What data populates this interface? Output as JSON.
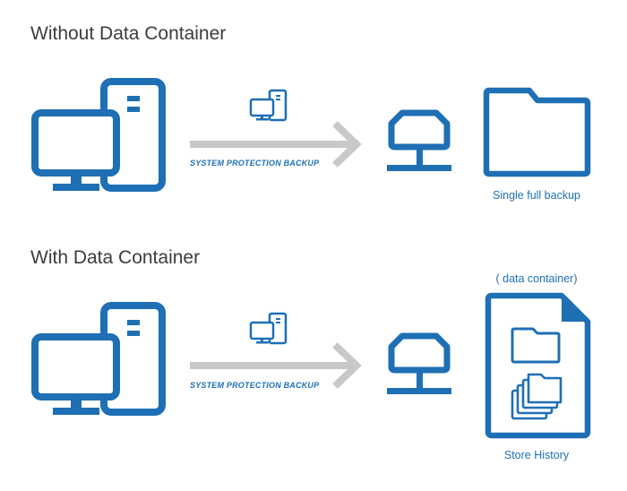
{
  "sections": {
    "without": {
      "title": "Without Data Container",
      "arrow_label": "SYSTEM PROTECTION BACKUP",
      "destination_caption": "Single full backup"
    },
    "with": {
      "title": "With Data Container",
      "arrow_label": "SYSTEM PROTECTION BACKUP",
      "container_label": "( data container)",
      "destination_caption": "Store History"
    }
  },
  "colors": {
    "icon_blue": "#1f6fb5",
    "arrow_gray": "#c8c8c8",
    "title_text": "#3c3c3c"
  },
  "icons": [
    "desktop-computer-icon",
    "small-computer-icon",
    "storage-device-icon",
    "folder-icon",
    "document-icon",
    "stacked-files-icon"
  ]
}
